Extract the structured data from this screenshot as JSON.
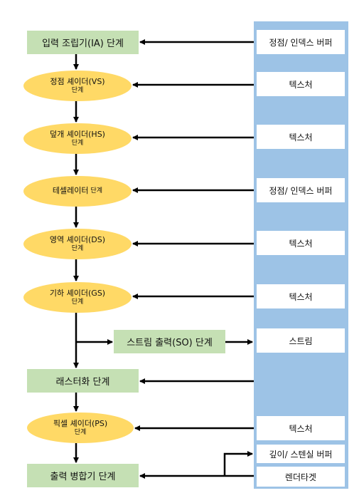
{
  "stages": {
    "ia": "입력 조립기(IA) 단계",
    "vs": {
      "name": "정점 셰이더(VS)",
      "suffix": "단계"
    },
    "hs": {
      "name": "덮개 셰이더(HS)",
      "suffix": "단계"
    },
    "tess": {
      "name": "테셀레이터",
      "suffix": "단계"
    },
    "ds": {
      "name": "영역 셰이더(DS)",
      "suffix": "단계"
    },
    "gs": {
      "name": "기하 셰이더(GS)",
      "suffix": "단계"
    },
    "so": "스트림 출력(SO) 단계",
    "rs": "래스터화 단계",
    "ps": {
      "name": "픽셀 셰이더(PS)",
      "suffix": "단계"
    },
    "om": "출력 병합기 단계"
  },
  "resources": {
    "r1": "정점/ 인덱스 버퍼",
    "r2": "텍스처",
    "r3": "텍스처",
    "r4": "정점/ 인덱스 버퍼",
    "r5": "텍스처",
    "r6": "텍스처",
    "r7": "스트림",
    "r8": "텍스처",
    "r9": "깊이/ 스텐실 버퍼",
    "r10": "렌더타겟"
  },
  "colors": {
    "memory_column": "#9dc3e6",
    "stage_box": "#c5e0b4",
    "shader_ellipse": "#ffd966",
    "arrow": "#000000"
  }
}
